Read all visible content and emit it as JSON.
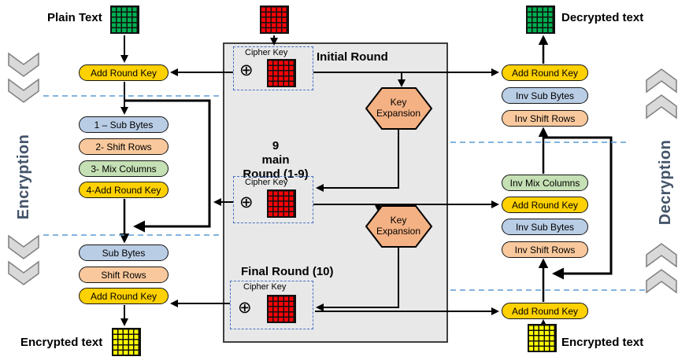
{
  "colors": {
    "pill-yellow": "#ffd100",
    "pill-blue": "#b9cde5",
    "pill-orange": "#f9c99d",
    "pill-green": "#c5e0b4",
    "hexagon-orange": "#f4b183",
    "panel-gray": "#e9e8e8",
    "grid-green": "#00b050",
    "grid-red": "#fb0207",
    "grid-yellow": "#ffff00",
    "separator-blue": "#5b9bd5",
    "key-box-blue": "#4472c4",
    "side-label-text": "#44546a",
    "chevron-fill": "#d9d9d9",
    "chevron-stroke": "#7f7f7f"
  },
  "encryption": {
    "side_label": "Encryption",
    "input_label": "Plain Text",
    "output_label": "Encrypted text",
    "initial_step": "Add Round Key",
    "main_steps": [
      "1 – Sub Bytes",
      "2- Shift Rows",
      "3- Mix Columns",
      "4-Add Round Key"
    ],
    "final_steps": [
      "Sub Bytes",
      "Shift Rows",
      "Add Round Key"
    ]
  },
  "decryption": {
    "side_label": "Decryption",
    "input_label": "Encrypted text",
    "output_label": "Decrypted text",
    "top_steps": [
      "Add Round Key",
      "Inv  Sub Bytes",
      "Inv Shift Rows"
    ],
    "middle_steps": [
      "Inv Mix Columns",
      "Add Round Key",
      "Inv Sub Bytes",
      "Inv Shift Rows"
    ],
    "final_step": "Add Round Key"
  },
  "key_schedule": {
    "initial_round_label": "Initial Round",
    "main_round_label": "9\nmain\nRound (1-9)",
    "final_round_label": "Final Round (10)",
    "cipher_key_label": "Cipher Key",
    "xor_symbol": "⊕",
    "key_expansion_label": "Key\nExpansion"
  }
}
